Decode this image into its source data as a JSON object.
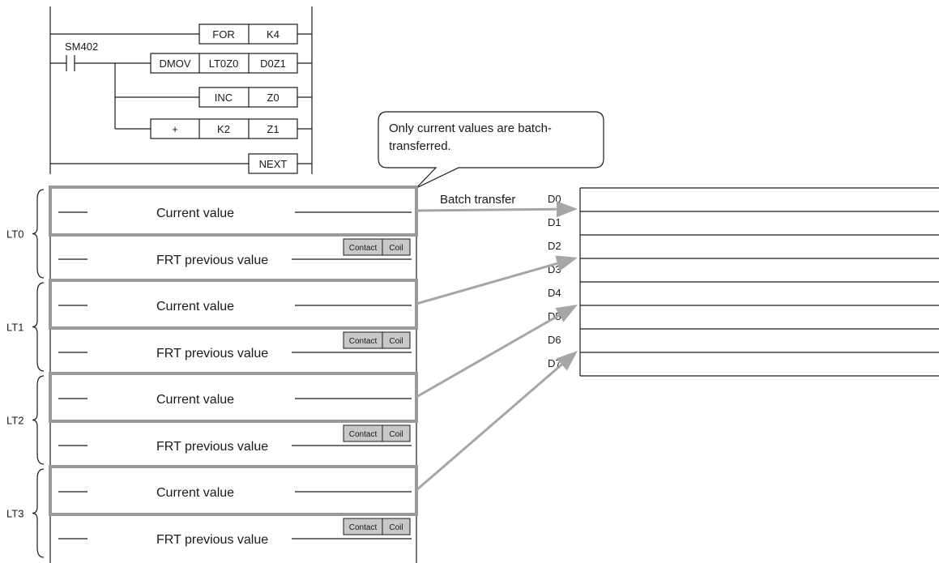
{
  "ladder": {
    "contact_label": "SM402",
    "instr_for": [
      "FOR",
      "K4"
    ],
    "instr_dmov": [
      "DMOV",
      "LT0Z0",
      "D0Z1"
    ],
    "instr_inc": [
      "INC",
      "Z0"
    ],
    "instr_add": [
      "+",
      "K2",
      "Z1"
    ],
    "instr_next": "NEXT"
  },
  "callout": "Only current values are batch-transferred.",
  "batch_label": "Batch transfer",
  "timers": [
    {
      "label": "LT0",
      "current": "Current value",
      "frt": "FRT previous value",
      "contact": "Contact",
      "coil": "Coil"
    },
    {
      "label": "LT1",
      "current": "Current value",
      "frt": "FRT previous value",
      "contact": "Contact",
      "coil": "Coil"
    },
    {
      "label": "LT2",
      "current": "Current value",
      "frt": "FRT previous value",
      "contact": "Contact",
      "coil": "Coil"
    },
    {
      "label": "LT3",
      "current": "Current value",
      "frt": "FRT previous value",
      "contact": "Contact",
      "coil": "Coil"
    }
  ],
  "registers": [
    "D0",
    "D1",
    "D2",
    "D3",
    "D4",
    "D5",
    "D6",
    "D7"
  ],
  "colors": {
    "highlight": "#999999",
    "arrow": "#a6a6a6",
    "tag_fill": "#c8c8c8",
    "line": "#1a1a1a"
  }
}
